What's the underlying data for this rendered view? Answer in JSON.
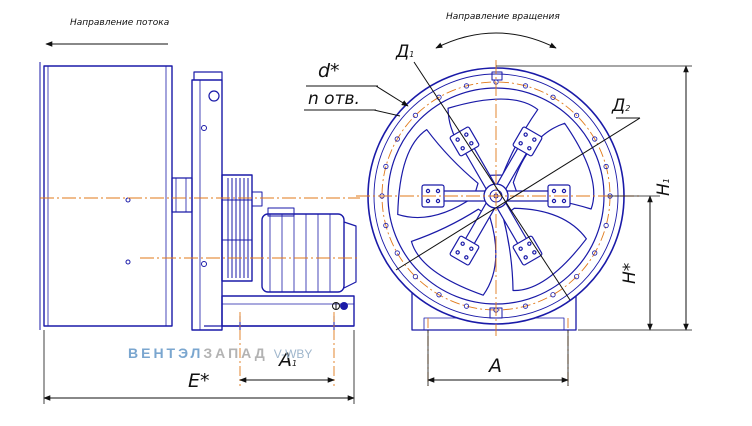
{
  "labels": {
    "flow_direction": "Направление потока",
    "rotation_direction": "Направление вращения",
    "d_star": "d*",
    "n_holes": "n отв.",
    "D1": "Д",
    "D1_sub": "1",
    "D2": "Д",
    "D2_sub": "2",
    "H1": "H",
    "H1_sub": "1",
    "H_star": "H*",
    "A": "A",
    "A1": "A",
    "A1_sub": "1",
    "E_star": "E*"
  },
  "watermark": {
    "part1": "ВЕНТЭЛ",
    "part2": "ЗАПАД",
    "part3": "V-WBY"
  },
  "colors": {
    "outline": "#1a1aa8",
    "axis": "#e07a1a",
    "dimension": "#111111"
  },
  "fan": {
    "blade_count": 5,
    "hub_arm_count": 6
  }
}
